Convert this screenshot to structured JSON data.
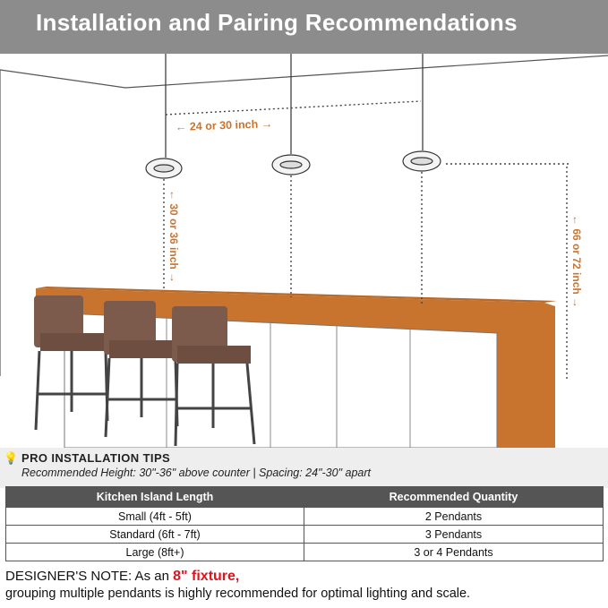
{
  "header": {
    "title": "Installation and Pairing Recommendations"
  },
  "annotations": {
    "spacing": "24 or 30 inch",
    "height_above_counter": "30 or 36 inch",
    "height_from_floor": "66 or 72 inch"
  },
  "tips": {
    "icon": "lightbulb-icon",
    "title": "PRO INSTALLATION TIPS",
    "subtitle": "Recommended Height: 30\"-36\" above counter | Spacing: 24\"-30\" apart"
  },
  "table": {
    "headers": [
      "Kitchen Island Length",
      "Recommended Quantity"
    ],
    "rows": [
      [
        "Small (4ft - 5ft)",
        "2 Pendants"
      ],
      [
        "Standard (6ft - 7ft)",
        "3 Pendants"
      ],
      [
        "Large (8ft+)",
        "3 or 4 Pendants"
      ]
    ]
  },
  "note": {
    "prefix": "DESIGNER'S NOTE: As an ",
    "highlight": "8\" fixture",
    "suffix": ",",
    "line2": "grouping multiple pendants is highly recommended for optimal lighting and scale."
  },
  "colors": {
    "accent": "#c8742f",
    "counter": "#c8742f",
    "stool": "#7c5a4c",
    "banner": "#8c8c8c",
    "note_highlight": "#e0141e"
  }
}
